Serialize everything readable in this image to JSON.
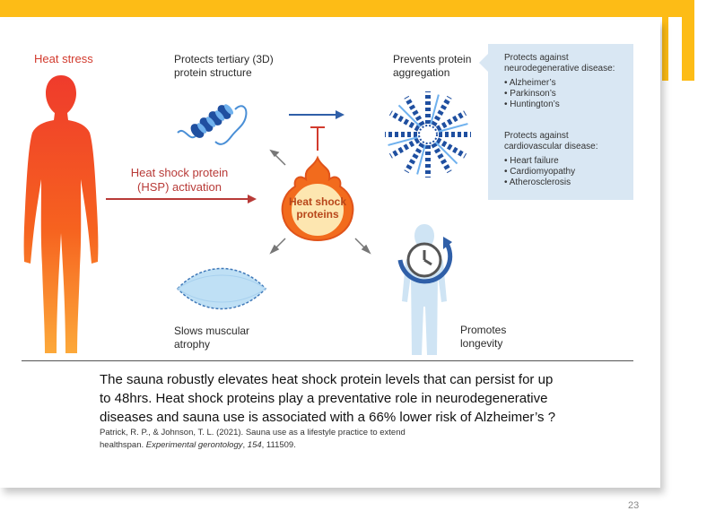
{
  "labels": {
    "heat_stress": "Heat stress",
    "protects_structure_1": "Protects tertiary (3D)",
    "protects_structure_2": "protein structure",
    "prevents_aggregation_1": "Prevents protein",
    "prevents_aggregation_2": "aggregation",
    "hsp_activation_1": "Heat shock protein",
    "hsp_activation_2": "(HSP) activation",
    "hsp_flame_1": "Heat shock",
    "hsp_flame_2": "proteins",
    "slows_atrophy_1": "Slows muscular",
    "slows_atrophy_2": "atrophy",
    "longevity_1": "Promotes",
    "longevity_2": "longevity"
  },
  "panel": {
    "neuro_heading_1": "Protects against",
    "neuro_heading_2": "neurodegenerative disease:",
    "neuro_items": [
      "• Alzheimer’s",
      "• Parkinson’s",
      "• Huntington’s"
    ],
    "cardio_heading_1": "Protects against",
    "cardio_heading_2": "cardiovascular disease:",
    "cardio_items": [
      "• Heart failure",
      "• Cardiomyopathy",
      "• Atherosclerosis"
    ]
  },
  "caption": {
    "line1": "The sauna robustly elevates heat shock protein levels that can persist for up",
    "line2": "to 48hrs. Heat shock proteins play a preventative role in neurodegenerative",
    "line3": "diseases and sauna use is associated with a 66% lower risk of Alzheimer’s ?"
  },
  "citation": {
    "line1": "Patrick, R. P., & Johnson, T. L. (2021). Sauna use as a lifestyle practice to extend",
    "line2_pre": "healthspan. ",
    "journal": "Experimental gerontology",
    "line2_mid": ", ",
    "volume": "154",
    "line2_post": ", 111509."
  },
  "page_number": "23",
  "colors": {
    "accent_gold": "#fdbc16",
    "heat_red": "#d23b2e",
    "panel_blue": "#d9e7f3",
    "arrow_blue": "#2f5fa8"
  }
}
